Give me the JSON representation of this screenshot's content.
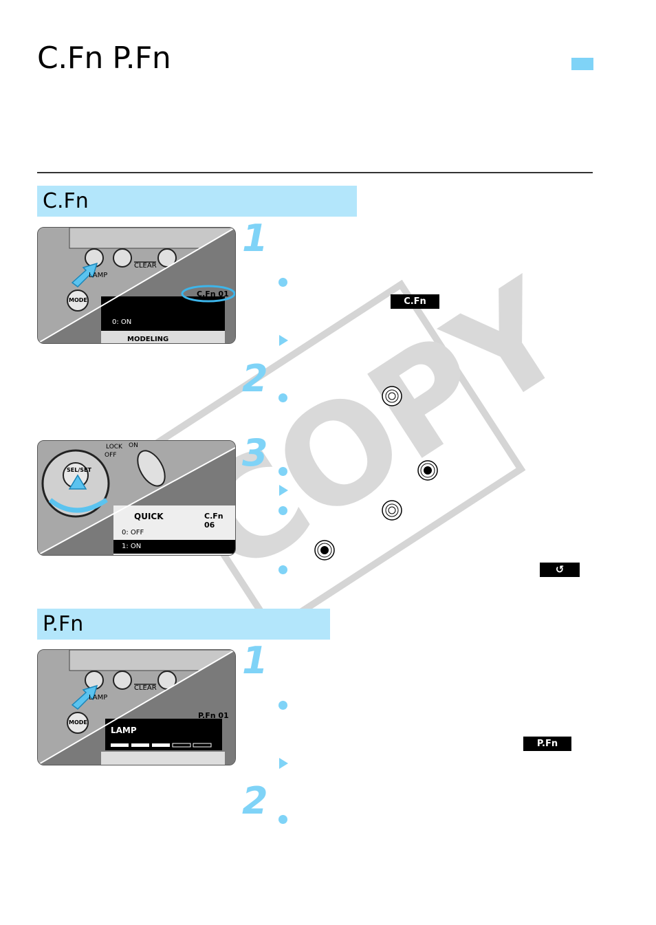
{
  "page": {
    "title": "C.Fn P.Fn"
  },
  "sections": {
    "cfn": {
      "title": "C.Fn",
      "steps": [
        "1",
        "2",
        "3"
      ],
      "photo1": {
        "buttons": {
          "clear": "CLEAR",
          "lamp": "LAMP",
          "mode": "MODE"
        },
        "screen": {
          "code": "C.Fn 01",
          "option": "0: ON",
          "next_item": "MODELING"
        }
      },
      "photo2": {
        "dial_label": "SEL/SET",
        "lock": {
          "off": "OFF",
          "lock": "LOCK",
          "on": "ON"
        },
        "screen": {
          "item": "QUICK",
          "code": "C.Fn 06",
          "options": [
            "0: OFF",
            "1: ON"
          ]
        }
      },
      "badges": {
        "cfn": "C.Fn",
        "back": "↺"
      }
    },
    "pfn": {
      "title": "P.Fn",
      "steps": [
        "1",
        "2"
      ],
      "photo": {
        "buttons": {
          "clear": "CLEAR",
          "lamp": "LAMP",
          "mode": "MODE"
        },
        "screen": {
          "code": "P.Fn 01",
          "item": "LAMP"
        }
      },
      "badges": {
        "pfn": "P.Fn"
      }
    }
  },
  "watermark": "COPY"
}
